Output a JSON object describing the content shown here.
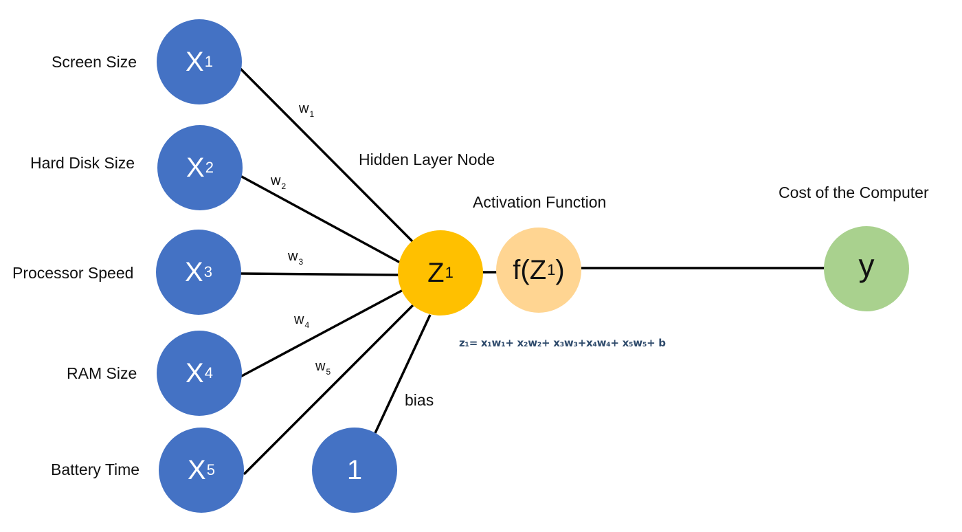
{
  "colors": {
    "input_node": "#4472c4",
    "hidden_node": "#ffc000",
    "activation_node": "#ffd592",
    "output_node": "#a9d18e",
    "edge": "#000000",
    "formula_text": "#2e4a6b"
  },
  "inputs": [
    {
      "label": "Screen Size",
      "symbol": "X",
      "index": "1",
      "weight_symbol": "w",
      "weight_index": "1"
    },
    {
      "label": "Hard Disk Size",
      "symbol": "X",
      "index": "2",
      "weight_symbol": "w",
      "weight_index": "2"
    },
    {
      "label": "Processor Speed",
      "symbol": "X",
      "index": "3",
      "weight_symbol": "w",
      "weight_index": "3"
    },
    {
      "label": "RAM Size",
      "symbol": "X",
      "index": "4",
      "weight_symbol": "w",
      "weight_index": "4"
    },
    {
      "label": "Battery Time",
      "symbol": "X",
      "index": "5",
      "weight_symbol": "w",
      "weight_index": "5"
    }
  ],
  "bias": {
    "value": "1",
    "label": "bias"
  },
  "hidden": {
    "label": "Hidden Layer Node",
    "symbol": "Z",
    "index": "1"
  },
  "activation": {
    "label": "Activation Function",
    "prefix": "f(Z",
    "index": "1",
    "suffix": ")"
  },
  "output": {
    "label": "Cost of the Computer",
    "symbol": "y"
  },
  "formula": "z₁= x₁w₁+ x₂w₂+ x₃w₃+x₄w₄+ x₅w₅+ b"
}
